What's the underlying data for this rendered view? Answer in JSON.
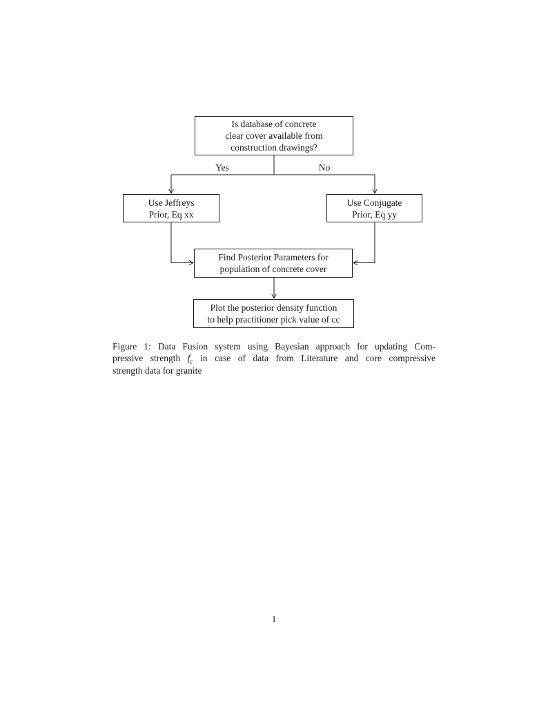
{
  "page": {
    "number": "1"
  },
  "colors": {
    "ink": "#1b1b1b",
    "box_border": "#1b1b1b",
    "background": "#ffffff"
  },
  "flowchart": {
    "nodes": {
      "decision": {
        "lines": [
          "Is database of concrete",
          "clear cover available from",
          "construction drawings?"
        ]
      },
      "jeffreys": {
        "lines": [
          "Use Jeffreys",
          "Prior, Eq xx"
        ]
      },
      "conjugate": {
        "lines": [
          "Use Conjugate",
          "Prior, Eq yy"
        ]
      },
      "posterior": {
        "lines": [
          "Find Posterior Parameters for",
          "population of concrete cover"
        ]
      },
      "plot": {
        "lines": [
          "Plot the posterior density function",
          "to help practitioner pick value of cc"
        ]
      }
    },
    "edge_labels": {
      "yes": "Yes",
      "no": "No"
    }
  },
  "caption": {
    "line1": "Figure 1: Data Fusion system using Bayesian approach for updating Com-",
    "line2_pre": "pressive strength ",
    "math_f": "f",
    "math_sub": "c",
    "line2_post": " in case of data from Literature and core compressive",
    "line3": "strength data for granite"
  }
}
